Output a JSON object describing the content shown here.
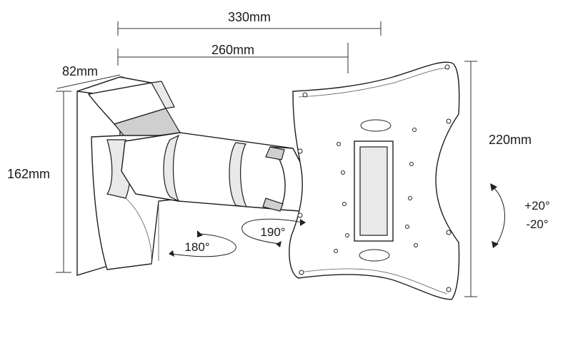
{
  "dimensions": {
    "overall_length": "330mm",
    "arm_length": "260mm",
    "wall_plate_width": "82mm",
    "wall_plate_height": "162mm",
    "vesa_plate_height": "220mm"
  },
  "rotations": {
    "wall_swivel": "180°",
    "arm_swivel": "190°",
    "tilt_up": "+20°",
    "tilt_down": "-20°"
  }
}
